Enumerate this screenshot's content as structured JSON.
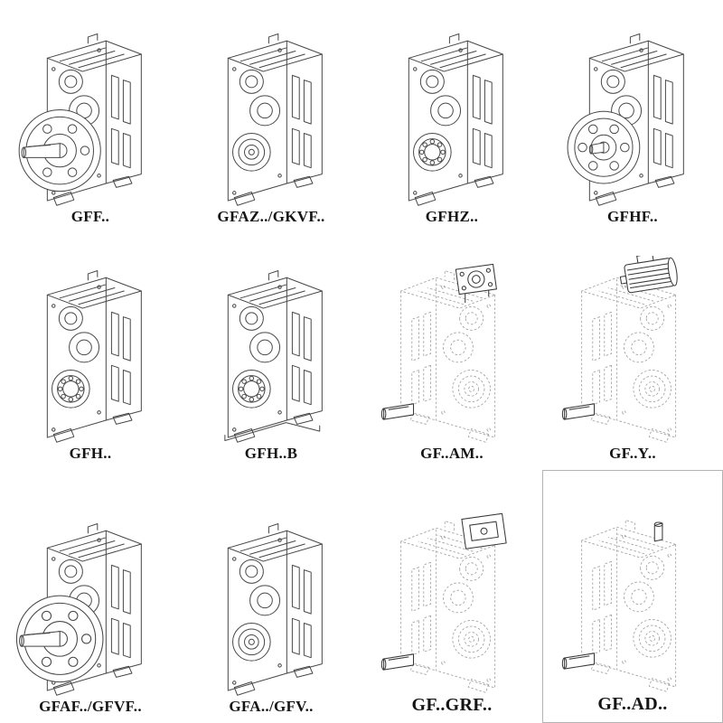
{
  "colors": {
    "background": "#ffffff",
    "solid_line": "#474747",
    "phantom_line": "#9e9e9e"
  },
  "grid": {
    "items": [
      {
        "label": "GFF..",
        "line_style": "solid"
      },
      {
        "label": "GFAZ../GKVF..",
        "line_style": "solid"
      },
      {
        "label": "GFHZ..",
        "line_style": "solid"
      },
      {
        "label": "GFHF..",
        "line_style": "solid"
      },
      {
        "label": "GFH..",
        "line_style": "solid"
      },
      {
        "label": "GFH..B",
        "line_style": "solid"
      },
      {
        "label": "GF..AM..",
        "line_style": "phantom"
      },
      {
        "label": "GF..Y..",
        "line_style": "phantom"
      },
      {
        "label": "GFAF../GFVF..",
        "line_style": "solid"
      },
      {
        "label": "GFA../GFV..",
        "line_style": "solid"
      },
      {
        "label": "GF..GRF..",
        "line_style": "phantom"
      },
      {
        "label": "GF..AD..",
        "line_style": "phantom"
      }
    ]
  }
}
